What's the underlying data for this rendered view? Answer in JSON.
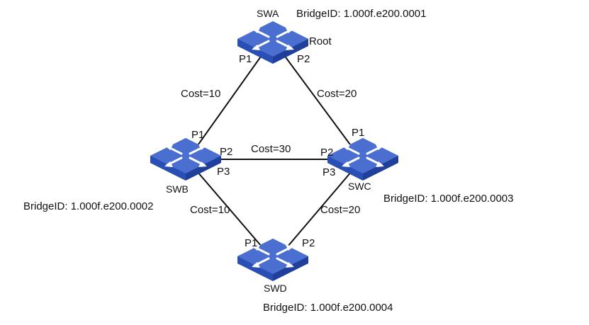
{
  "colors": {
    "link": "#111111",
    "switch_top": "#4a6fd0",
    "switch_side": "#1f3f9a",
    "switch_front": "#2a4fb4",
    "switch_arrows": "#ffffff",
    "background": "#ffffff"
  },
  "switches": {
    "swa": {
      "name": "SWA",
      "bridge_id": "BridgeID: 1.000f.e200.0001",
      "role": "Root",
      "icon": "switch-icon"
    },
    "swb": {
      "name": "SWB",
      "bridge_id": "BridgeID: 1.000f.e200.0002",
      "icon": "switch-icon"
    },
    "swc": {
      "name": "SWC",
      "bridge_id": "BridgeID: 1.000f.e200.0003",
      "icon": "switch-icon"
    },
    "swd": {
      "name": "SWD",
      "bridge_id": "BridgeID: 1.000f.e200.0004",
      "icon": "switch-icon"
    }
  },
  "ports": {
    "swa_p1": "P1",
    "swa_p2": "P2",
    "swb_p1": "P1",
    "swb_p2": "P2",
    "swb_p3": "P3",
    "swc_p1": "P1",
    "swc_p2": "P2",
    "swc_p3": "P3",
    "swd_p1": "P1",
    "swd_p2": "P2"
  },
  "links": {
    "swa_swb": "Cost=10",
    "swa_swc": "Cost=20",
    "swb_swc": "Cost=30",
    "swb_swd": "Cost=10",
    "swc_swd": "Cost=20"
  }
}
